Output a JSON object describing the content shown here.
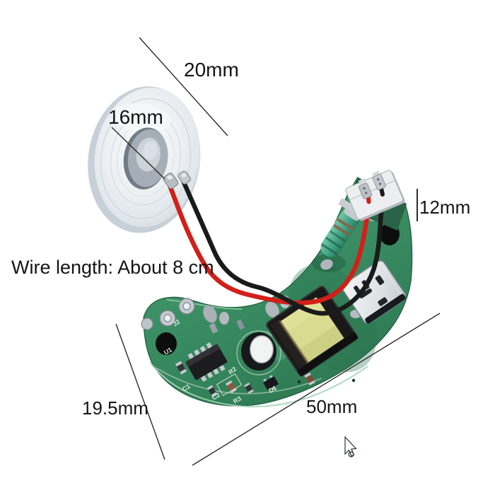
{
  "page": {
    "type": "annotated-product-photo",
    "background": "#ffffff"
  },
  "annotations": {
    "disc_diameter": "20mm",
    "disc_inner_diameter": "16mm",
    "wire_length": "Wire length: About 8 cm",
    "connector_height": "12mm",
    "board_width": "19.5mm",
    "board_length": "50mm"
  },
  "pcb": {
    "silkscreen": [
      "J2",
      "U1",
      "R2",
      "C1",
      "C2",
      "R3",
      "D1"
    ]
  },
  "colors": {
    "pcb_green": "#3c9065",
    "wire_red": "#d21f1a",
    "wire_black": "#1a1a1a",
    "transformer_yellow": "#d9db90",
    "spring_teal": "#43a486",
    "annotation_text": "#141414"
  },
  "cursor": {
    "icon": "arrow-pointer"
  }
}
